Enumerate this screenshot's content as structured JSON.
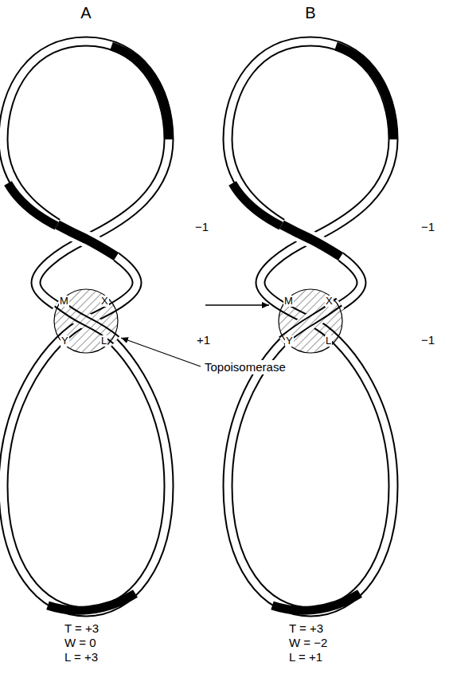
{
  "diagram": {
    "nodes": [
      {
        "text": [
          "M",
          "X",
          "Y",
          "L"
        ]
      },
      {
        "text": [
          "M",
          "X",
          "Y",
          "L"
        ]
      }
    ],
    "labels": [
      "A",
      "B",
      "−1",
      "+1",
      "Topoisomerase",
      "−1",
      "−1",
      "T = +3",
      "W = 0",
      "L = +3",
      "T = +3",
      "W = −2",
      "L = +1"
    ]
  }
}
